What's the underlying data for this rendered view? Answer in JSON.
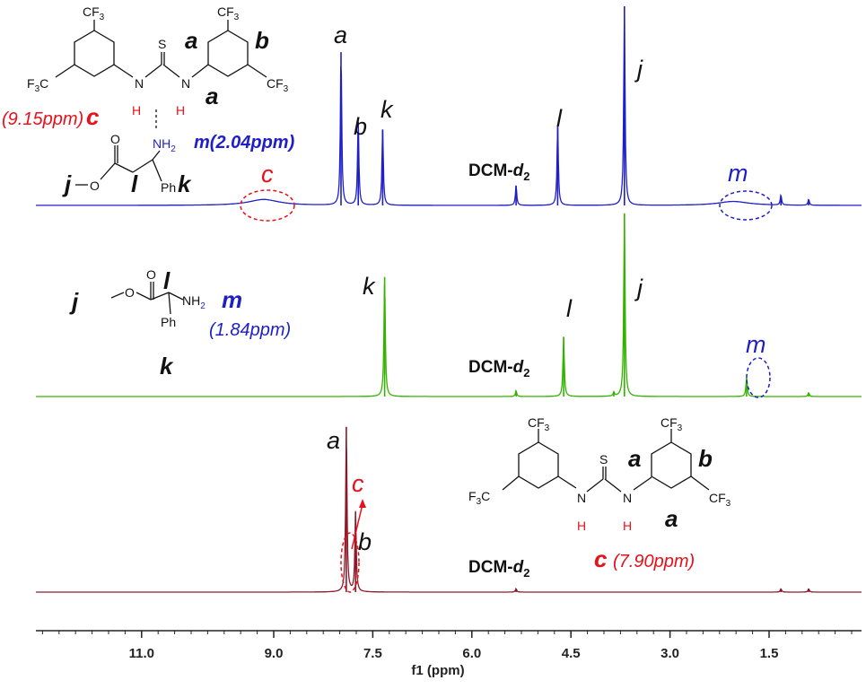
{
  "chart_data": {
    "type": "line",
    "title": "",
    "xlabel": "f1 (ppm)",
    "ylabel": "",
    "xlim": [
      12.6,
      0.1
    ],
    "x_reversed": true,
    "x_ticks": [
      "11.0",
      "9.0",
      "7.5",
      "6.0",
      "4.5",
      "3.0",
      "1.5"
    ],
    "x_tick_values": [
      11.0,
      9.0,
      7.5,
      6.0,
      4.5,
      3.0,
      1.5
    ],
    "grid": false,
    "series": [
      {
        "color": "#1f1fc8",
        "peaks": [
          {
            "ppm": 7.98,
            "height": 0.77,
            "label": "a"
          },
          {
            "ppm": 7.72,
            "height": 0.42,
            "label": "b"
          },
          {
            "ppm": 7.35,
            "height": 0.38,
            "label": "k"
          },
          {
            "ppm": 5.33,
            "height": 0.1,
            "label": "DCM-d2"
          },
          {
            "ppm": 4.7,
            "height": 0.4,
            "label": "l"
          },
          {
            "ppm": 3.69,
            "height": 1.0,
            "label": "j"
          },
          {
            "ppm": 9.15,
            "height": 0.03,
            "broad": true,
            "label": "c"
          },
          {
            "ppm": 2.04,
            "height": 0.02,
            "broad": true,
            "label": "m"
          },
          {
            "ppm": 1.32,
            "height": 0.05
          },
          {
            "ppm": 0.9,
            "height": 0.03
          }
        ]
      },
      {
        "color": "#33b300",
        "peaks": [
          {
            "ppm": 7.32,
            "height": 0.62,
            "label": "k"
          },
          {
            "ppm": 5.33,
            "height": 0.03,
            "label": "DCM-d2"
          },
          {
            "ppm": 4.61,
            "height": 0.31,
            "label": "l"
          },
          {
            "ppm": 3.69,
            "height": 0.95,
            "label": "j"
          },
          {
            "ppm": 1.84,
            "height": 0.1,
            "label": "m"
          },
          {
            "ppm": 3.85,
            "height": 0.02
          },
          {
            "ppm": 0.9,
            "height": 0.02
          }
        ]
      },
      {
        "color": "#8b1a2a",
        "peaks": [
          {
            "ppm": 7.9,
            "height": 0.97,
            "label": "a / c"
          },
          {
            "ppm": 7.76,
            "height": 0.47,
            "label": "b"
          },
          {
            "ppm": 5.33,
            "height": 0.02,
            "label": "DCM-d2"
          },
          {
            "ppm": 1.32,
            "height": 0.02
          },
          {
            "ppm": 0.9,
            "height": 0.02
          }
        ]
      }
    ],
    "annotations": [
      {
        "text": "a",
        "series": 0
      },
      {
        "text": "b",
        "series": 0
      },
      {
        "text": "k",
        "series": 0
      },
      {
        "text": "l",
        "series": 0
      },
      {
        "text": "j",
        "series": 0
      },
      {
        "text": "c",
        "series": 0
      },
      {
        "text": "m",
        "series": 0
      },
      {
        "text": "DCM-d2",
        "series": 0
      },
      {
        "text": "k",
        "series": 1
      },
      {
        "text": "l",
        "series": 1
      },
      {
        "text": "j",
        "series": 1
      },
      {
        "text": "m",
        "series": 1
      },
      {
        "text": "DCM-d2",
        "series": 1
      },
      {
        "text": "a",
        "series": 2
      },
      {
        "text": "c",
        "series": 2
      },
      {
        "text": "b",
        "series": 2
      },
      {
        "text": "DCM-d2",
        "series": 2
      }
    ]
  },
  "structures": {
    "complex": {
      "shift_c": "(9.15ppm)",
      "letter_c": "c",
      "shift_m": "m(2.04ppm)",
      "letter_a_top": "a",
      "letter_b": "b",
      "letter_a_bottom": "a",
      "letter_j": "j",
      "letter_l": "l",
      "letter_k": "k",
      "cf3": "CF",
      "cf3_sub": "3",
      "f3c": "F",
      "f3c_sub": "3",
      "f3c_tail": "C",
      "s": "S",
      "n": "N",
      "h": "H",
      "nh2": "NH",
      "nh2_sub": "2",
      "o": "O",
      "ph": "Ph"
    },
    "amine": {
      "letter_j": "j",
      "letter_l": "l",
      "nh2": "NH",
      "nh2_sub": "2",
      "letter_m": "m",
      "shift_m": "(1.84ppm)",
      "letter_k": "k",
      "ph": "Ph",
      "o": "O"
    },
    "thiourea": {
      "cf3": "CF",
      "cf3_sub": "3",
      "f3c": "F",
      "f3c_sub": "3",
      "f3c_tail": "C",
      "s": "S",
      "n": "N",
      "h": "H",
      "letter_a_top": "a",
      "letter_b": "b",
      "letter_a_bottom": "a",
      "letter_c": "c",
      "shift_c": "(7.90ppm)"
    }
  },
  "colors": {
    "blue": "#1f1fc8",
    "green": "#33b300",
    "maroon": "#8b1a2a",
    "red": "#e8101a",
    "axis": "#222222"
  }
}
